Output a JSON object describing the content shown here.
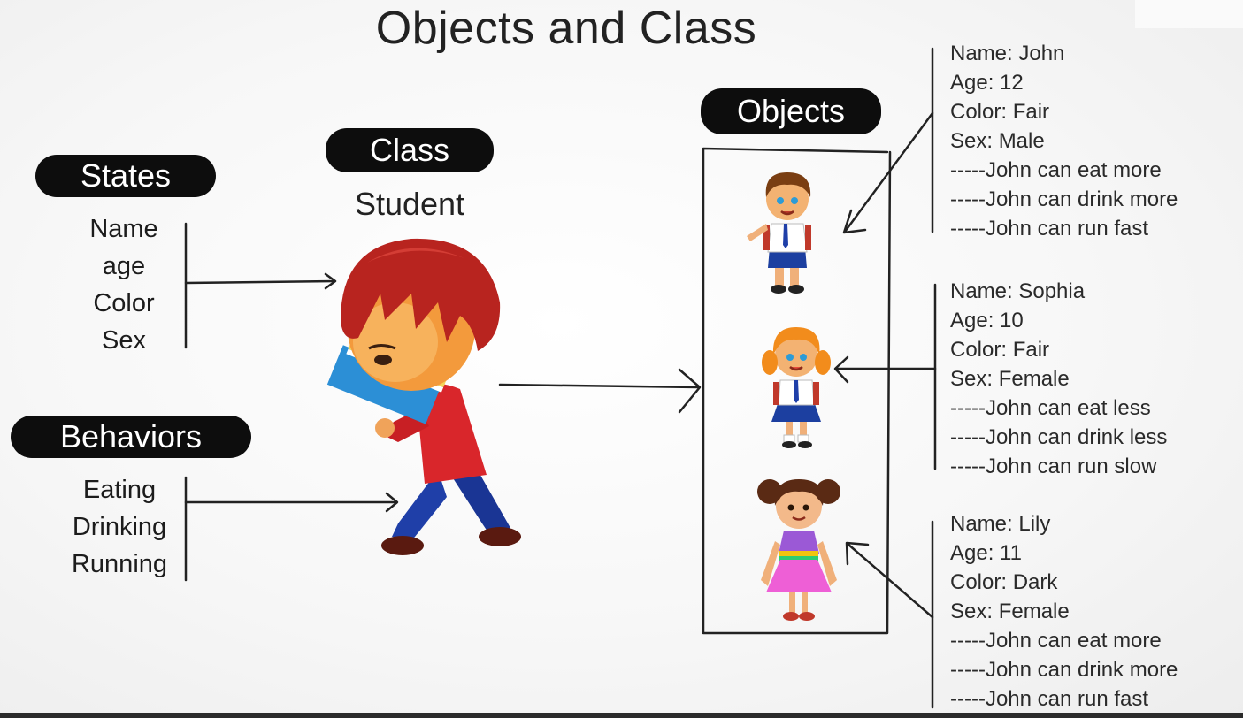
{
  "title": "Objects and Class",
  "states": {
    "label": "States",
    "items": [
      "Name",
      "age",
      "Color",
      "Sex"
    ]
  },
  "behaviors": {
    "label": "Behaviors",
    "items": [
      "Eating",
      "Drinking",
      "Running"
    ]
  },
  "class": {
    "label": "Class",
    "name": "Student"
  },
  "objects": {
    "label": "Objects",
    "cards": [
      {
        "lines": [
          "Name: John",
          "Age: 12",
          "Color: Fair",
          "Sex: Male",
          "-----John can eat more",
          "-----John can drink more",
          "-----John can run fast"
        ]
      },
      {
        "lines": [
          "Name: Sophia",
          "Age: 10",
          "Color: Fair",
          "Sex: Female",
          "-----John can eat less",
          "-----John can drink less",
          "-----John can run slow"
        ]
      },
      {
        "lines": [
          "Name: Lily",
          "Age: 11",
          "Color: Dark",
          "Sex: Female",
          "-----John can eat more",
          "-----John can drink more",
          "-----John can run fast"
        ]
      }
    ]
  }
}
